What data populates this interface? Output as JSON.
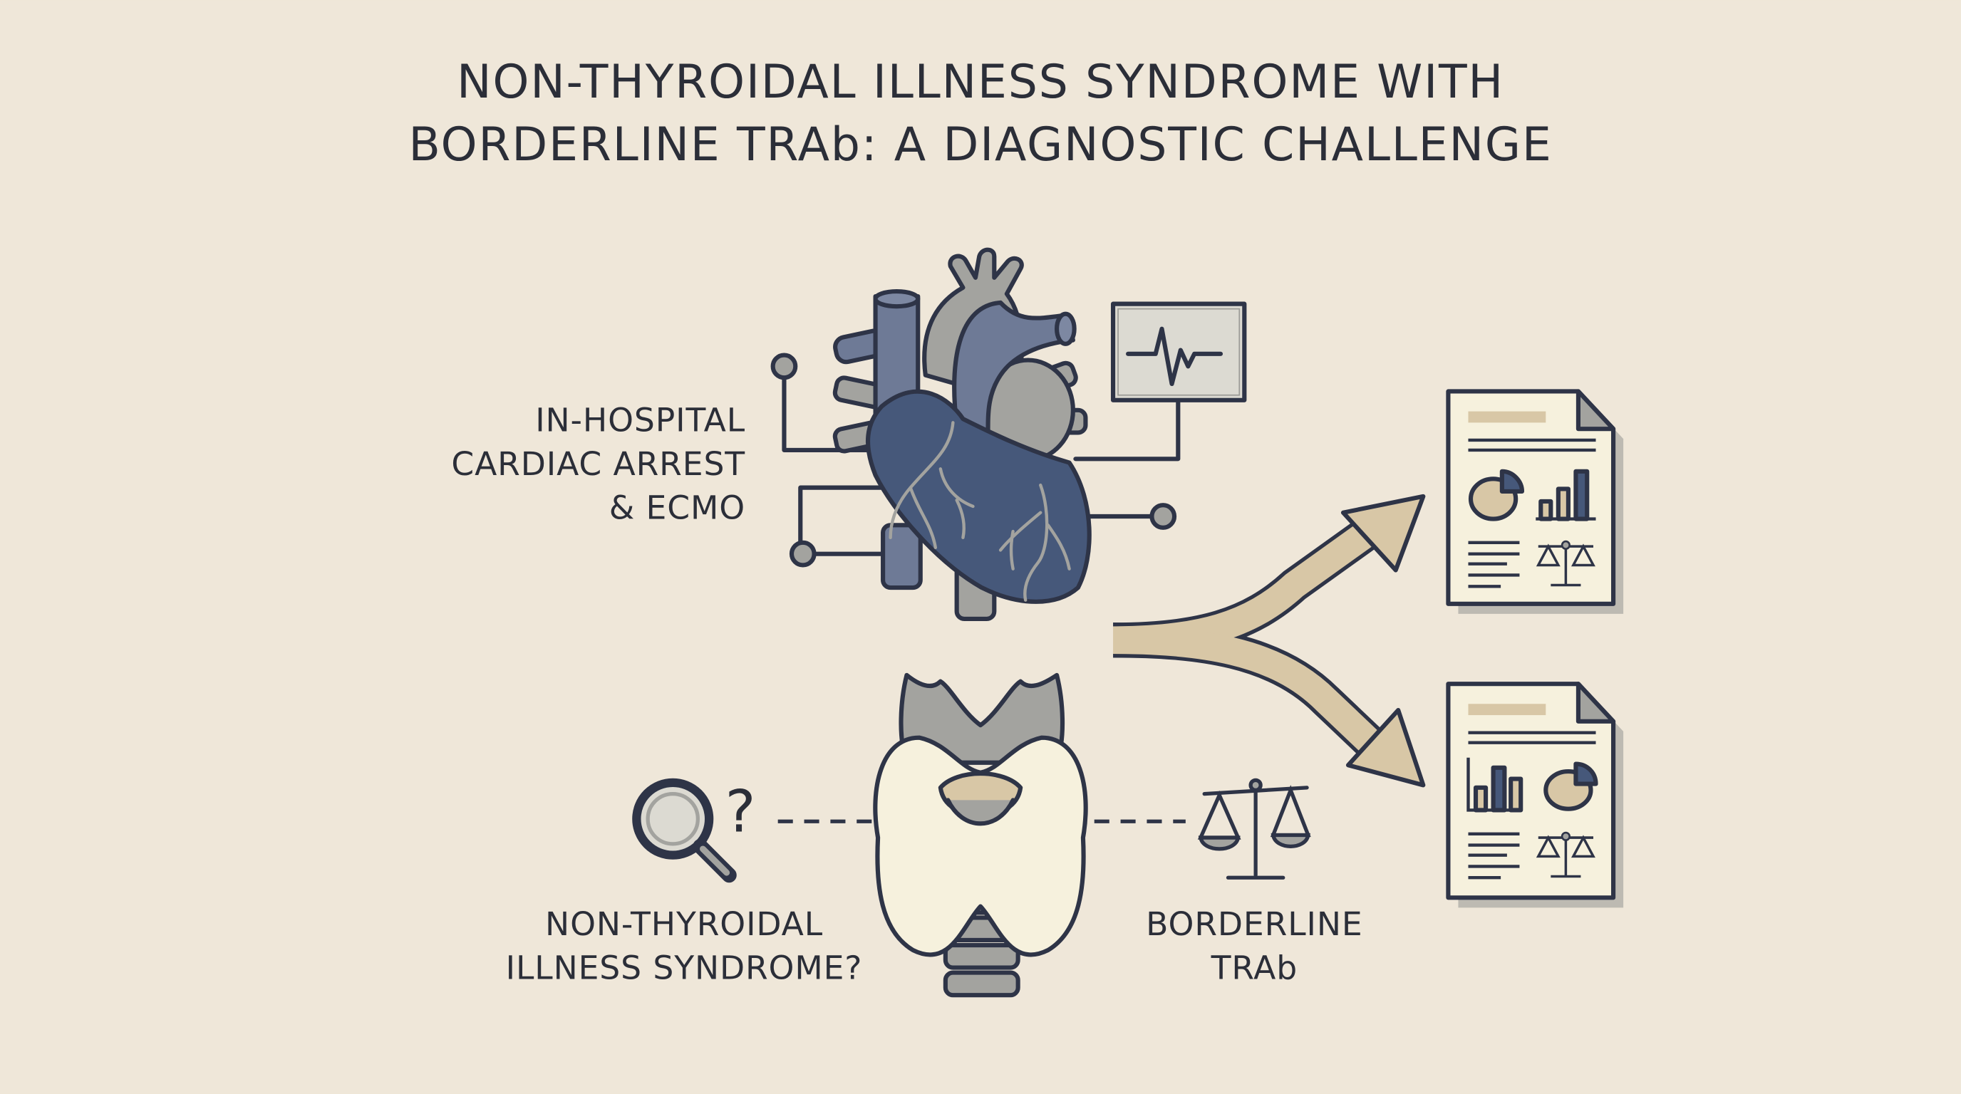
{
  "title": {
    "line1": "NON-THYROIDAL ILLNESS SYNDROME WITH",
    "line2": "BORDERLINE TRAb: A DIAGNOSTIC CHALLENGE"
  },
  "labels": {
    "cardiac": [
      "IN-HOSPITAL",
      "CARDIAC ARREST",
      "& ECMO"
    ],
    "ntis": [
      "NON-THYROIDAL",
      "ILLNESS SYNDROME?"
    ],
    "trab": [
      "BORDERLINE",
      "TRAb"
    ]
  },
  "question_mark": "?",
  "icons": [
    "heart-icon",
    "ecg-monitor-icon",
    "thyroid-icon",
    "magnifier-icon",
    "scales-icon",
    "report-document-icon",
    "fork-arrow-icon"
  ],
  "colors": {
    "background": "#efe7d9",
    "navy": "#46587a",
    "outline": "#2e3447",
    "gray": "#a3a39f",
    "tan": "#d8c7a6",
    "cream": "#f6f1dd"
  }
}
